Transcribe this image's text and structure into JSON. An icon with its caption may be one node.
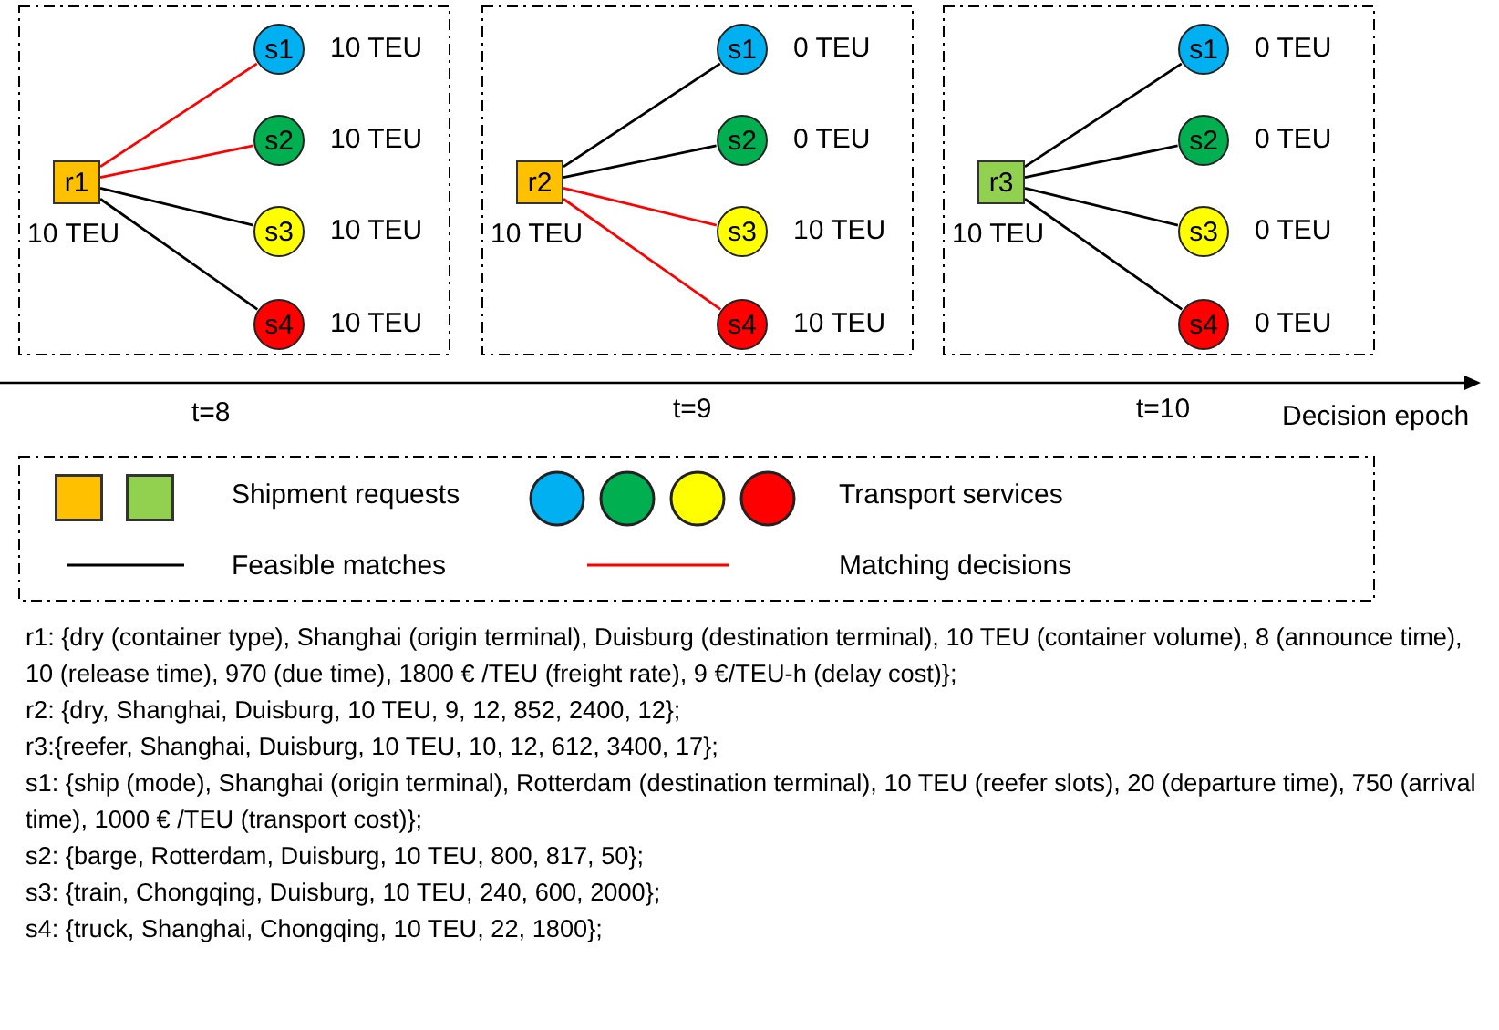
{
  "diagram": {
    "nodes": [
      {
        "text": [],
        "shape": "box"
      },
      {
        "text": [
          "r1"
        ],
        "in": 0,
        "beside": [
          "10 TEU"
        ]
      },
      {
        "text": [
          "s1"
        ],
        "in": 0,
        "beside": [
          "10 TEU"
        ]
      },
      {
        "text": [
          "s2"
        ],
        "in": 0,
        "beside": [
          "10 TEU"
        ]
      },
      {
        "text": [
          "s3"
        ],
        "in": 0,
        "beside": [
          "10 TEU"
        ]
      },
      {
        "text": [
          "s4"
        ],
        "in": 0,
        "beside": [
          "10 TEU"
        ]
      },
      {
        "text": [],
        "shape": "box"
      },
      {
        "text": [
          "r2"
        ],
        "in": 6,
        "beside": [
          "10 TEU"
        ]
      },
      {
        "text": [
          "s1"
        ],
        "in": 6,
        "beside": [
          "0 TEU"
        ]
      },
      {
        "text": [
          "s2"
        ],
        "in": 6,
        "beside": [
          "0 TEU"
        ]
      },
      {
        "text": [
          "s3"
        ],
        "in": 6,
        "beside": [
          "10 TEU"
        ]
      },
      {
        "text": [
          "s4"
        ],
        "in": 6,
        "beside": [
          "10 TEU"
        ]
      },
      {
        "text": [],
        "shape": "box"
      },
      {
        "text": [
          "r3"
        ],
        "in": 12,
        "beside": [
          "10 TEU"
        ]
      },
      {
        "text": [
          "s1"
        ],
        "in": 12,
        "beside": [
          "0 TEU"
        ]
      },
      {
        "text": [
          "s2"
        ],
        "in": 12,
        "beside": [
          "0 TEU"
        ]
      },
      {
        "text": [
          "s3"
        ],
        "in": 12,
        "beside": [
          "0 TEU"
        ]
      },
      {
        "text": [
          "s4"
        ],
        "in": 12,
        "beside": [
          "0 TEU"
        ]
      }
    ],
    "edges": [
      {
        "from": 1,
        "to": 2,
        "arrow": "none",
        "color": "#ff0000"
      },
      {
        "from": 1,
        "to": 3,
        "arrow": "none",
        "color": "#ff0000"
      },
      {
        "from": 1,
        "to": 4,
        "arrow": "none"
      },
      {
        "from": 1,
        "to": 5,
        "arrow": "none"
      },
      {
        "from": 7,
        "to": 8,
        "arrow": "none"
      },
      {
        "from": 7,
        "to": 9,
        "arrow": "none"
      },
      {
        "from": 7,
        "to": 10,
        "arrow": "none",
        "color": "#ff0000"
      },
      {
        "from": 7,
        "to": 11,
        "arrow": "none",
        "color": "#ff0000"
      },
      {
        "from": 13,
        "to": 14,
        "arrow": "none"
      },
      {
        "from": 13,
        "to": 15,
        "arrow": "none"
      },
      {
        "from": 13,
        "to": 16,
        "arrow": "none"
      },
      {
        "from": 13,
        "to": 17,
        "arrow": "none"
      }
    ],
    "labels": [
      "t=8",
      "t=9",
      "t=10",
      "Decision epoch",
      "r1: {dry (container type), Shanghai (origin terminal), Duisburg (destination terminal), 10 TEU (container volume), 8 (announce time), 10 (release time), 970 (due time), 1800 € /TEU (freight rate), 9 €/TEU-h (delay cost)};",
      "r2: {dry, Shanghai, Duisburg, 10 TEU, 9, 12, 852, 2400, 12};",
      "r3:{reefer, Shanghai, Duisburg, 10 TEU, 10, 12, 612, 3400, 17};",
      "s1: {ship (mode), Shanghai (origin terminal), Rotterdam (destination terminal), 10 TEU (reefer slots), 20 (departure time), 750 (arrival time), 1000 € /TEU (transport cost)};",
      "s2: {barge, Rotterdam, Duisburg, 10 TEU, 800, 817, 50};",
      "s3: {train, Chongqing, Duisburg, 10 TEU, 240, 600, 2000};",
      "s4: {truck, Shanghai, Chongqing, 10 TEU, 22, 1800};"
    ],
    "legend": [
      {
        "text": "Shipment requests"
      },
      {
        "text": "Transport services"
      },
      {
        "text": "Feasible matches"
      },
      {
        "text": "Matching decisions"
      }
    ]
  }
}
